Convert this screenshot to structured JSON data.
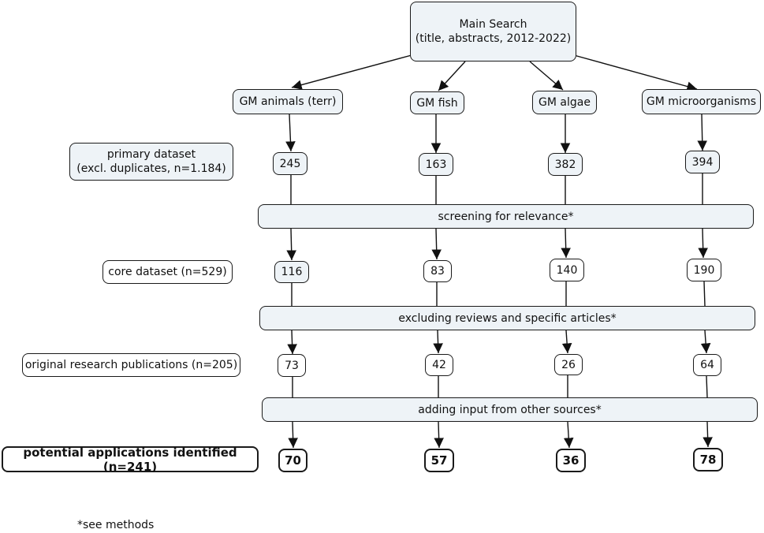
{
  "main_search": {
    "line1": "Main Search",
    "line2": "(title, abstracts, 2012-2022)"
  },
  "categories": [
    "GM animals (terr)",
    "GM fish",
    "GM algae",
    "GM microorganisms"
  ],
  "stages": {
    "primary": {
      "label_line1": "primary dataset",
      "label_line2": "(excl. duplicates, n=1.184)",
      "values": [
        "245",
        "163",
        "382",
        "394"
      ]
    },
    "screening": "screening for relevance*",
    "core": {
      "label": "core dataset (n=529)",
      "values": [
        "116",
        "83",
        "140",
        "190"
      ]
    },
    "excluding": "excluding reviews and specific articles*",
    "original": {
      "label": "original research publications (n=205)",
      "values": [
        "73",
        "42",
        "26",
        "64"
      ]
    },
    "adding": "adding input from other sources*",
    "potential": {
      "label": "potential applications identified (n=241)",
      "values": [
        "70",
        "57",
        "36",
        "78"
      ]
    }
  },
  "footnote": "*see methods"
}
